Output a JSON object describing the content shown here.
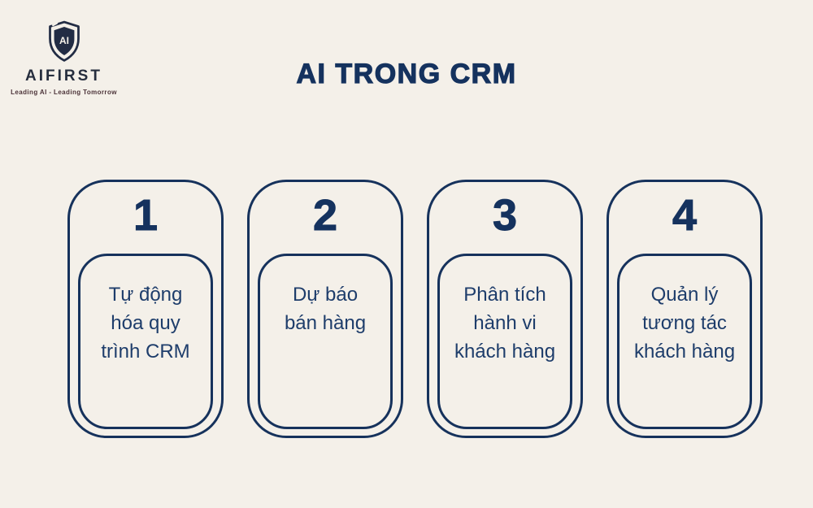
{
  "page": {
    "background_color": "#f4f0e9",
    "accent_navy": "#16325c",
    "text_navy": "#1e3d6b"
  },
  "logo": {
    "shield_label": "AI",
    "brand": "AIFIRST",
    "tagline": "Leading AI - Leading Tomorrow"
  },
  "header": {
    "title": "AI TRONG CRM"
  },
  "cards": [
    {
      "number": "1",
      "label": "Tự động\nhóa quy\ntrình CRM"
    },
    {
      "number": "2",
      "label": "Dự báo\nbán hàng"
    },
    {
      "number": "3",
      "label": "Phân tích\nhành vi\nkhách hàng"
    },
    {
      "number": "4",
      "label": "Quản lý\ntương tác\nkhách hàng"
    }
  ]
}
